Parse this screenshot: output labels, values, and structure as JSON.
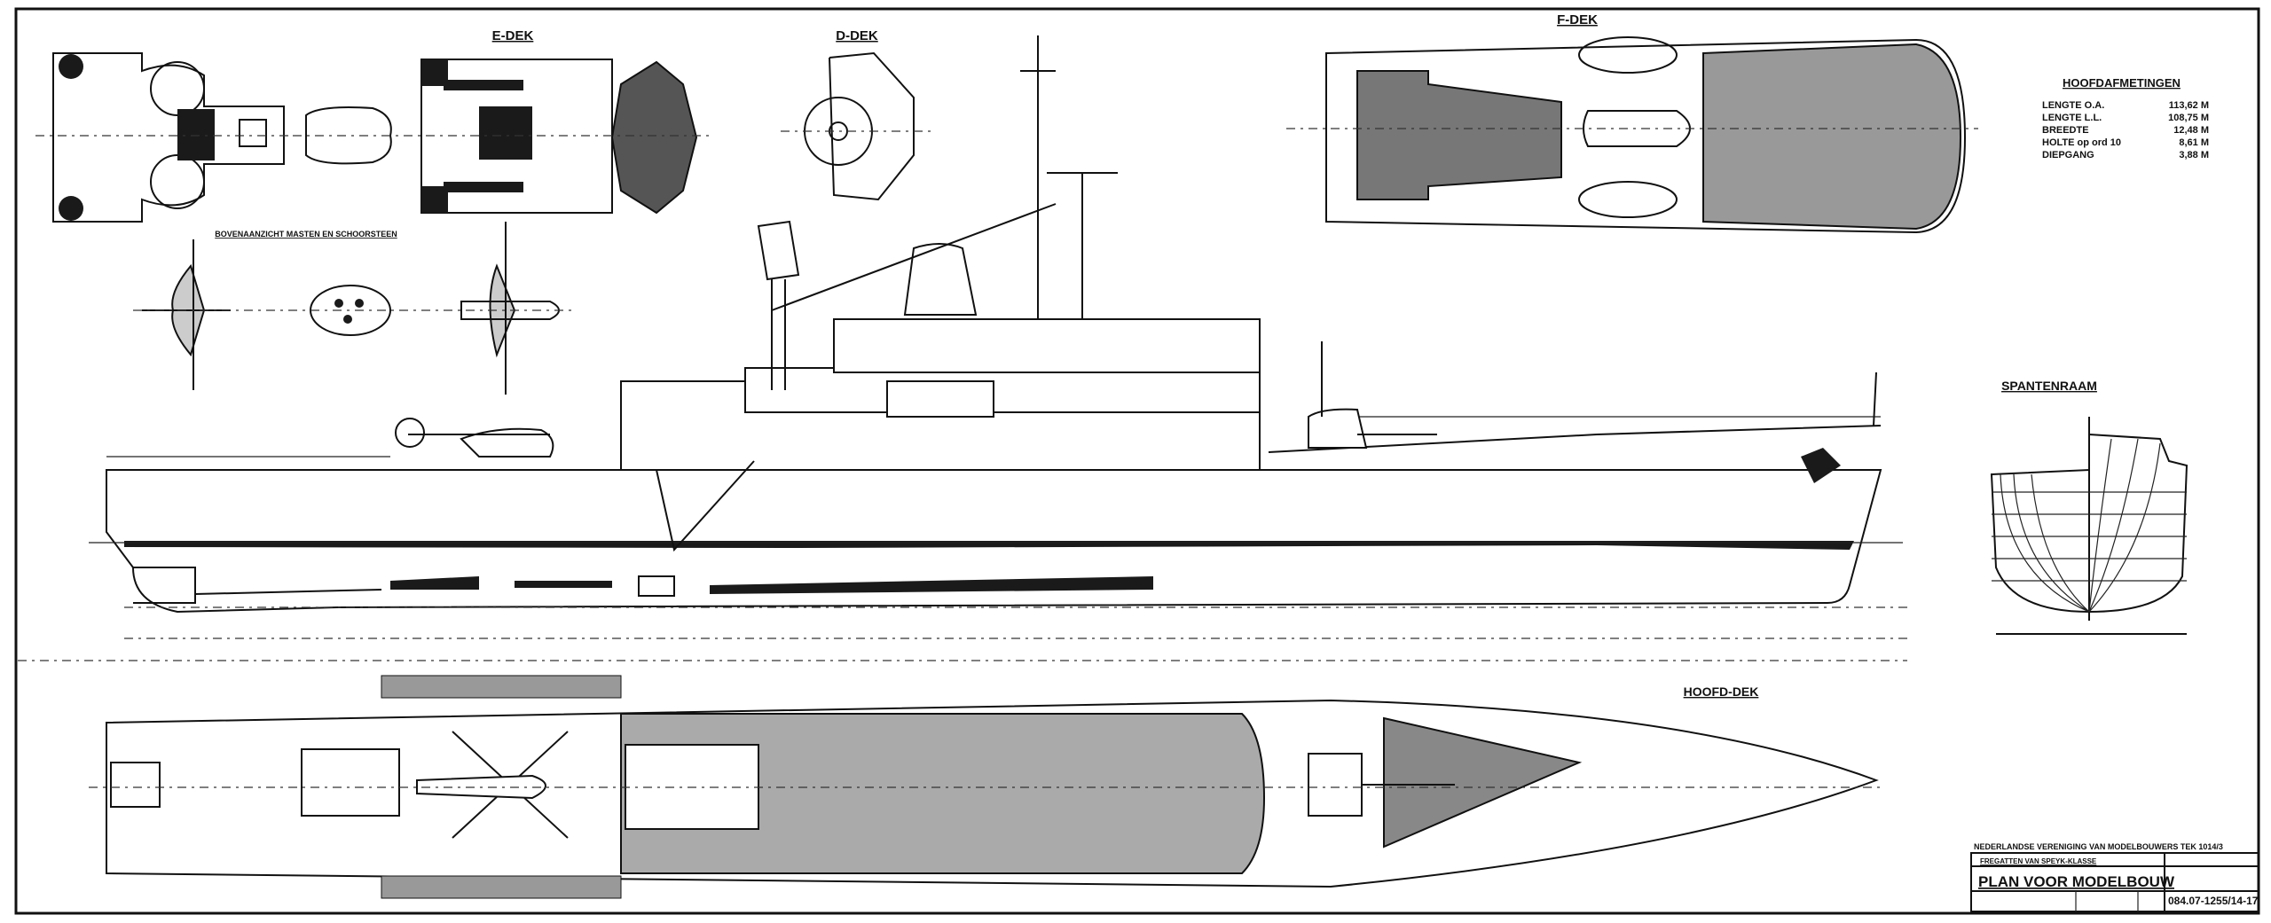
{
  "drawing": {
    "views": {
      "e_dek": "E-DEK",
      "d_dek": "D-DEK",
      "f_dek": "F-DEK",
      "hoofd_dek": "HOOFD-DEK",
      "spantenraam": "SPANTENRAAM",
      "bovenaanzicht": "BOVENAANZICHT MASTEN EN SCHOORSTEEN"
    },
    "main_dimensions": {
      "title": "HOOFDAFMETINGEN",
      "rows": [
        {
          "label": "LENGTE O.A.",
          "value": "113,62 M"
        },
        {
          "label": "LENGTE L.L.",
          "value": "108,75 M"
        },
        {
          "label": "BREEDTE",
          "value": "12,48 M"
        },
        {
          "label": "HOLTE op ord 10",
          "value": "8,61 M"
        },
        {
          "label": "DIEPGANG",
          "value": "3,88 M"
        }
      ]
    },
    "title_block": {
      "organization": "NEDERLANDSE VERENIGING VAN MODELBOUWERS TEK 1014/3",
      "subject": "FREGATTEN VAN SPEYK-KLASSE",
      "title": "PLAN VOOR MODELBOUW",
      "drawing_number": "084.07-1255/14-17"
    }
  }
}
